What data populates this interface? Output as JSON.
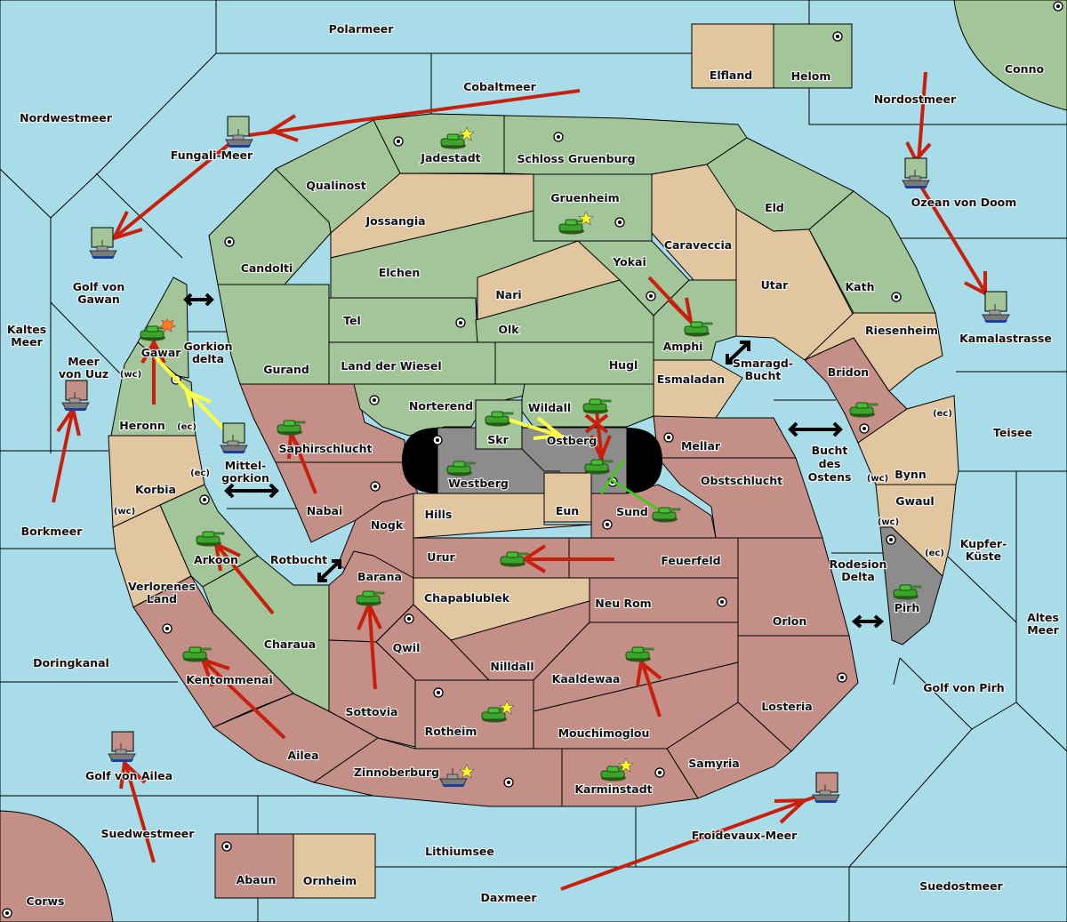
{
  "map": {
    "type": "diplomacy-variant-board",
    "colors": {
      "sea": "#a8dce9",
      "power_green": "#a3c59a",
      "power_red": "#c48f86",
      "neutral": "#e2c6a0",
      "impassable_gray": "#8c8c8c",
      "order_move": "#c8200c",
      "order_support": "#ffff44",
      "order_convoy": "#44c81c"
    },
    "sea_labels": {
      "polarmeer": "Polarmeer",
      "cobaltmeer": "Cobaltmeer",
      "nordwestmeer": "Nordwestmeer",
      "fungali": "Fungali-Meer",
      "nordostmeer": "Nordostmeer",
      "ozean": "Ozean von Doom",
      "golf_gawan_1": "Golf von",
      "golf_gawan_2": "Gawan",
      "kaltes_1": "Kaltes",
      "kaltes_2": "Meer",
      "uuz_1": "Meer",
      "uuz_2": "von Uuz",
      "gorkion_1": "Gorkion",
      "gorkion_2": "delta",
      "mittel_1": "Mittel-",
      "mittel_2": "gorkion",
      "borkmeer": "Borkmeer",
      "rotbucht": "Rotbucht",
      "doringkanal": "Doringkanal",
      "golf_ailea": "Golf von Ailea",
      "suedwestmeer": "Suedwestmeer",
      "lithiumsee": "Lithiumsee",
      "daxmeer": "Daxmeer",
      "froidevaux": "Froidevaux-Meer",
      "suedostmeer": "Suedostmeer",
      "golf_pirh": "Golf von Pirh",
      "altes_1": "Altes",
      "altes_2": "Meer",
      "kupfer_1": "Kupfer-",
      "kupfer_2": "Küste",
      "rodesion_1": "Rodesion",
      "rodesion_2": "Delta",
      "bucht_1": "Bucht",
      "bucht_2": "des",
      "bucht_3": "Ostens",
      "teisee": "Teisee",
      "kamala": "Kamalastrasse",
      "smaragd_1": "Smaragd-",
      "smaragd_2": "Bucht"
    },
    "land_labels": {
      "elfland": "Elfland",
      "helom": "Helom",
      "conno": "Conno",
      "jadestadt": "Jadestadt",
      "schloss": "Schloss Gruenburg",
      "qualinost": "Qualinost",
      "jossangia": "Jossangia",
      "gruenheim": "Gruenheim",
      "eld": "Eld",
      "caraveccia": "Caraveccia",
      "candolti": "Candolti",
      "elchen": "Elchen",
      "yokai": "Yokai",
      "nari": "Nari",
      "utar": "Utar",
      "kath": "Kath",
      "tel": "Tel",
      "olk": "Olk",
      "amphi": "Amphi",
      "riesenheim": "Riesenheim",
      "gurand": "Gurand",
      "land_wiesel": "Land der Wiesel",
      "hugl": "Hugl",
      "esmaladan": "Esmaladan",
      "bridon": "Bridon",
      "gawar": "Gawar",
      "heronn": "Heronn",
      "norterend": "Norterend",
      "wildall": "Wildall",
      "skr": "Skr",
      "ostberg": "Ostberg",
      "westberg": "Westberg",
      "mellar": "Mellar",
      "saphirschlucht": "Saphirschlucht",
      "obstschlucht": "Obstschlucht",
      "bynn": "Bynn",
      "gwaul": "Gwaul",
      "korbia": "Korbia",
      "nabai": "Nabai",
      "hills": "Hills",
      "eun": "Eun",
      "sund": "Sund",
      "nogk": "Nogk",
      "arkoon": "Arkoon",
      "urur": "Urur",
      "feuerfeld": "Feuerfeld",
      "barana": "Barana",
      "verlorenes_1": "Verlorenes",
      "verlorenes_2": "Land",
      "chapablublek": "Chapablublek",
      "neu_rom": "Neu Rom",
      "pirh": "Pirh",
      "orlon": "Orlon",
      "charaua": "Charaua",
      "qwil": "Qwil",
      "nilldall": "Nilldall",
      "kaaldewaa": "Kaaldewaa",
      "kentommenai": "Kentommenai",
      "sottovia": "Sottovia",
      "rotheim": "Rotheim",
      "mouchimoglou": "Mouchimoglou",
      "losteria": "Losteria",
      "ailea": "Ailea",
      "samyria": "Samyria",
      "zinnoberburg": "Zinnoberburg",
      "karminstadt": "Karminstadt",
      "abaun": "Abaun",
      "ornheim": "Ornheim",
      "corws": "Corws"
    },
    "coast_labels": {
      "wc": "(wc)",
      "ec": "(ec)"
    },
    "units": [
      {
        "type": "army",
        "owner": "green",
        "province": "Jadestadt",
        "home_star": true
      },
      {
        "type": "army",
        "owner": "green",
        "province": "Gruenheim",
        "home_star": true
      },
      {
        "type": "army",
        "owner": "green",
        "province": "Amphi"
      },
      {
        "type": "army",
        "owner": "green",
        "province": "Gawar",
        "dislodged": true
      },
      {
        "type": "army",
        "owner": "green",
        "province": "Saphirschlucht"
      },
      {
        "type": "army",
        "owner": "green",
        "province": "Skr"
      },
      {
        "type": "army",
        "owner": "green",
        "province": "Wildall"
      },
      {
        "type": "army",
        "owner": "green",
        "province": "Ostberg"
      },
      {
        "type": "army",
        "owner": "green",
        "province": "Westberg"
      },
      {
        "type": "army",
        "owner": "green",
        "province": "Sund"
      },
      {
        "type": "army",
        "owner": "green",
        "province": "Bridon"
      },
      {
        "type": "army",
        "owner": "green",
        "province": "Arkoon"
      },
      {
        "type": "army",
        "owner": "green",
        "province": "Urur"
      },
      {
        "type": "army",
        "owner": "green",
        "province": "Barana"
      },
      {
        "type": "army",
        "owner": "green",
        "province": "Pirh"
      },
      {
        "type": "army",
        "owner": "green",
        "province": "Kaaldewaa"
      },
      {
        "type": "army",
        "owner": "green",
        "province": "Kentommenai"
      },
      {
        "type": "army",
        "owner": "green",
        "province": "Rotheim",
        "home_star": true
      },
      {
        "type": "army",
        "owner": "green",
        "province": "Karminstadt",
        "home_star": true
      },
      {
        "type": "fleet",
        "owner": "red",
        "province": "Zinnoberburg",
        "home_star": true
      },
      {
        "type": "fleet",
        "owner": "green",
        "province": "Fungali-Meer"
      },
      {
        "type": "fleet",
        "owner": "green",
        "province": "Golf von Gawan"
      },
      {
        "type": "fleet",
        "owner": "green",
        "province": "Ozean von Doom"
      },
      {
        "type": "fleet",
        "owner": "green",
        "province": "Kamalastrasse"
      },
      {
        "type": "fleet",
        "owner": "red",
        "province": "Meer von Uuz"
      },
      {
        "type": "fleet",
        "owner": "green",
        "province": "Mittelgorkion"
      },
      {
        "type": "fleet",
        "owner": "red",
        "province": "Golf von Ailea"
      },
      {
        "type": "fleet",
        "owner": "red",
        "province": "Froidevaux-Meer"
      }
    ]
  }
}
